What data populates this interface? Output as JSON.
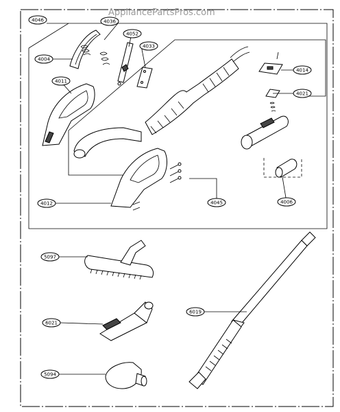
{
  "watermark": "AppliancePartsPros.com",
  "labels": {
    "l4046": "4046",
    "l4036": "4036",
    "l4052": "4052",
    "l4004": "4004",
    "l4033": "4033",
    "l4011": "4011",
    "l4014": "4014",
    "l4021": "4021",
    "l4012": "4012",
    "l4045": "4045",
    "l4006": "4006",
    "l5097": "5097",
    "l6021": "6021",
    "l6019": "6019",
    "l5094": "5094"
  }
}
